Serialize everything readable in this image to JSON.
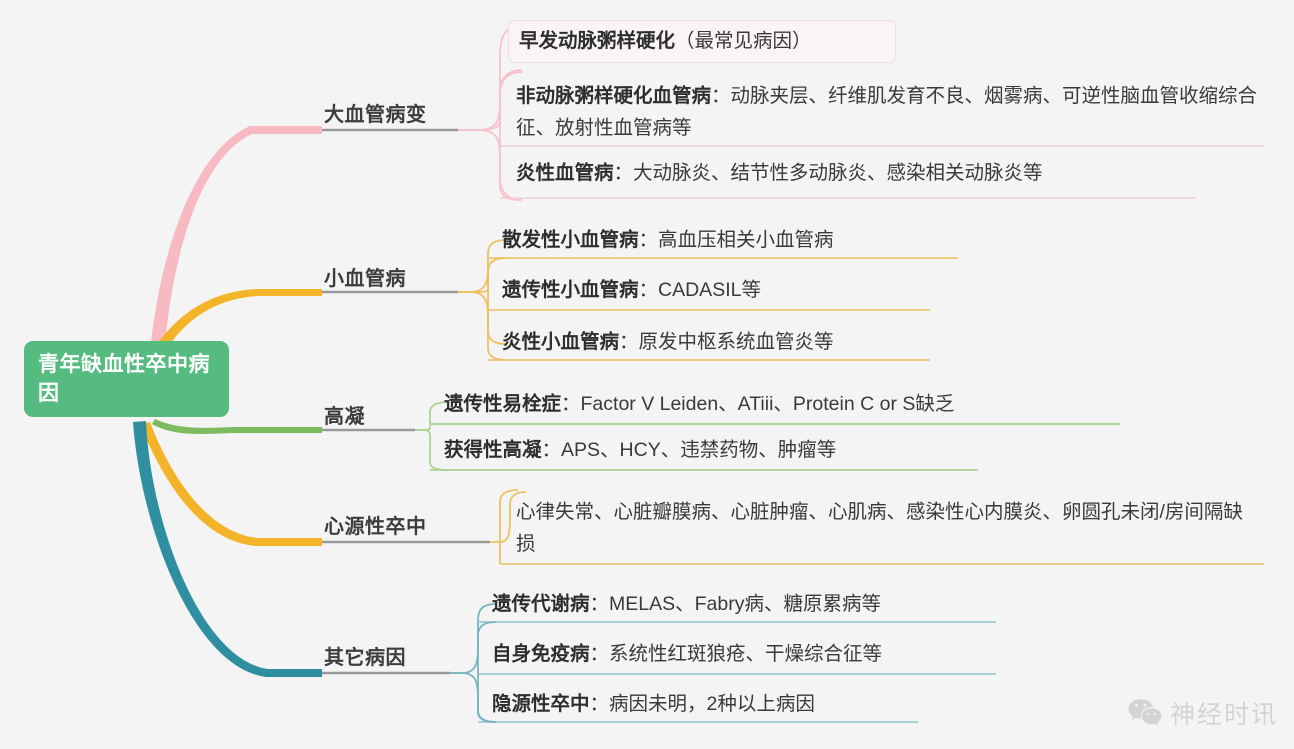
{
  "meta": {
    "diagram_type": "mind-map",
    "background_color": "#f4f4f4"
  },
  "root": {
    "label": "青年缺血性卒中病因",
    "color": "#55bb7e",
    "text_color": "#ffffff"
  },
  "branches": [
    {
      "label": "大血管病变",
      "color": "#f7b9c2",
      "underline_color": "#9a9a9a",
      "children": [
        {
          "bold": "早发动脉粥样硬化",
          "rest": "（最常见病因）",
          "boxed": true
        },
        {
          "bold": "非动脉粥样硬化血管病",
          "rest": "：动脉夹层、纤维肌发育不良、烟雾病、可逆性脑血管收缩综合征、放射性血管病等",
          "boxed": false
        },
        {
          "bold": "炎性血管病",
          "rest": "：大动脉炎、结节性多动脉炎、感染相关动脉炎等",
          "boxed": false
        }
      ]
    },
    {
      "label": "小血管病",
      "color": "#f3b42a",
      "underline_color": "#9a9a9a",
      "children": [
        {
          "bold": "散发性小血管病",
          "rest": "：高血压相关小血管病",
          "boxed": false
        },
        {
          "bold": "遗传性小血管病",
          "rest": "：CADASIL等",
          "boxed": false
        },
        {
          "bold": "炎性小血管病",
          "rest": "：原发中枢系统血管炎等",
          "boxed": false
        }
      ]
    },
    {
      "label": "高凝",
      "color": "#7cbb5f",
      "underline_color": "#9a9a9a",
      "children": [
        {
          "bold": "遗传性易栓症",
          "rest": "：Factor V Leiden、ATiii、Protein C or S缺乏",
          "boxed": false
        },
        {
          "bold": "获得性高凝",
          "rest": "：APS、HCY、违禁药物、肿瘤等",
          "boxed": false
        }
      ]
    },
    {
      "label": "心源性卒中",
      "color": "#f3b42a",
      "underline_color": "#9a9a9a",
      "children": [
        {
          "bold": "",
          "rest": "心律失常、心脏瓣膜病、心脏肿瘤、心肌病、感染性心内膜炎、卵圆孔未闭/房间隔缺损",
          "boxed": false
        }
      ]
    },
    {
      "label": "其它病因",
      "color": "#2f8fa0",
      "underline_color": "#9a9a9a",
      "children": [
        {
          "bold": "遗传代谢病",
          "rest": "：MELAS、Fabry病、糖原累病等",
          "boxed": false
        },
        {
          "bold": "自身免疫病",
          "rest": "：系统性红斑狼疮、干燥综合征等",
          "boxed": false
        },
        {
          "bold": "隐源性卒中",
          "rest": "：病因未明，2种以上病因",
          "boxed": false
        }
      ]
    }
  ],
  "watermark": {
    "text": "神经时讯",
    "icon": "wechat-icon"
  }
}
